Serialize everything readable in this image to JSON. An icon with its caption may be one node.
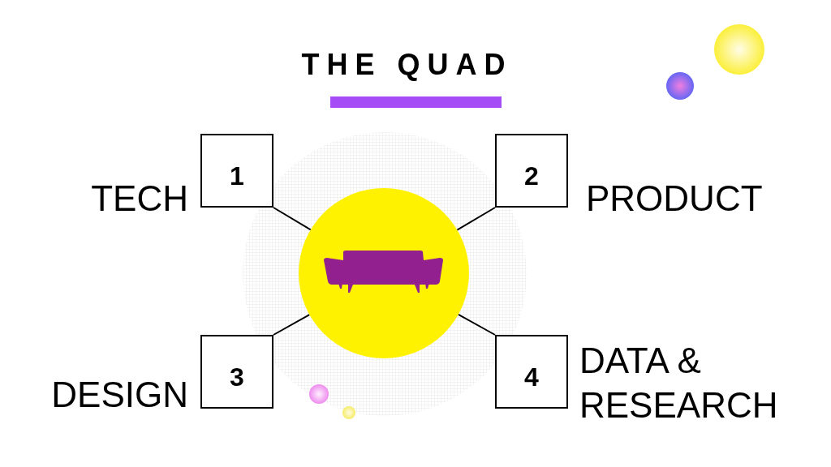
{
  "diagram": {
    "title": "THE QUAD",
    "nodes": [
      {
        "text": [
          "1"
        ],
        "beside": [
          "TECH"
        ]
      },
      {
        "text": [
          "2"
        ],
        "beside": [
          "PRODUCT"
        ]
      },
      {
        "text": [],
        "shape": "circle"
      },
      {
        "text": [
          "3"
        ],
        "beside": [
          "DESIGN"
        ]
      },
      {
        "text": [
          "4"
        ],
        "beside": [
          "DATA & RESEARCH"
        ]
      }
    ],
    "edges": [
      {
        "from": 2,
        "to": 0,
        "arrow": "none"
      },
      {
        "from": 2,
        "to": 1,
        "arrow": "none"
      },
      {
        "from": 2,
        "to": 3,
        "arrow": "none"
      },
      {
        "from": 2,
        "to": 4,
        "arrow": "none"
      }
    ]
  }
}
